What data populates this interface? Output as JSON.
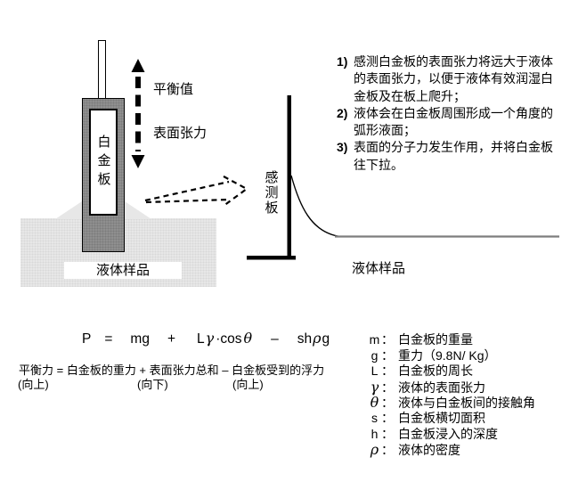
{
  "apparatus": {
    "plate_label": "白金板",
    "balance_value_label": "平衡值",
    "surface_tension_label": "表面张力",
    "liquid_sample_label": "液体样品",
    "sensor_plate_label": "感测板",
    "liquid_sample_label_right": "液体样品"
  },
  "notes": {
    "items": [
      {
        "num": "1)",
        "text": "感测白金板的表面张力将远大于液体的表面张力，以便于液体有效润湿白金板及在板上爬升；"
      },
      {
        "num": "2)",
        "text": "液体会在白金板周围形成一个角度的弧形液面；"
      },
      {
        "num": "3)",
        "text": "表面的分子力发生作用，并将白金板往下拉。"
      }
    ]
  },
  "formula": {
    "segments": [
      {
        "text": "P"
      },
      {
        "text": "="
      },
      {
        "text": "mg"
      },
      {
        "text": "+"
      },
      {
        "text": "L"
      },
      {
        "text": "γ"
      },
      {
        "text": "·cos"
      },
      {
        "text": "θ"
      },
      {
        "text": "–"
      },
      {
        "text": "sh"
      },
      {
        "text": "ρ"
      },
      {
        "text": "g"
      }
    ]
  },
  "balance": {
    "equation": "平衡力 = 白金板的重力 + 表面张力总和 – 白金板受到的浮力",
    "dir_up1": "(向上)",
    "dir_down": "(向下)",
    "dir_up2": "(向上)"
  },
  "variables": {
    "sep": "：",
    "items": [
      {
        "symbol": "m",
        "desc": "白金板的重量"
      },
      {
        "symbol": "g",
        "desc": "重力（9.8N/ Kg）"
      },
      {
        "symbol": "L",
        "desc": "白金板的周长"
      },
      {
        "symbol": "γ",
        "desc": "液体的表面张力"
      },
      {
        "symbol": "θ",
        "desc": "液体与白金板间的接触角"
      },
      {
        "symbol": "s",
        "desc": "白金板横切面积"
      },
      {
        "symbol": "h",
        "desc": "白金板浸入的深度"
      },
      {
        "symbol": "ρ",
        "desc": "液体的密度"
      }
    ]
  },
  "colors": {
    "plate_gray": "#8f8f8f",
    "liquid_gray": "#e7e7e7",
    "surface_line_gray": "#7d7d7d",
    "ink": "#000000"
  }
}
